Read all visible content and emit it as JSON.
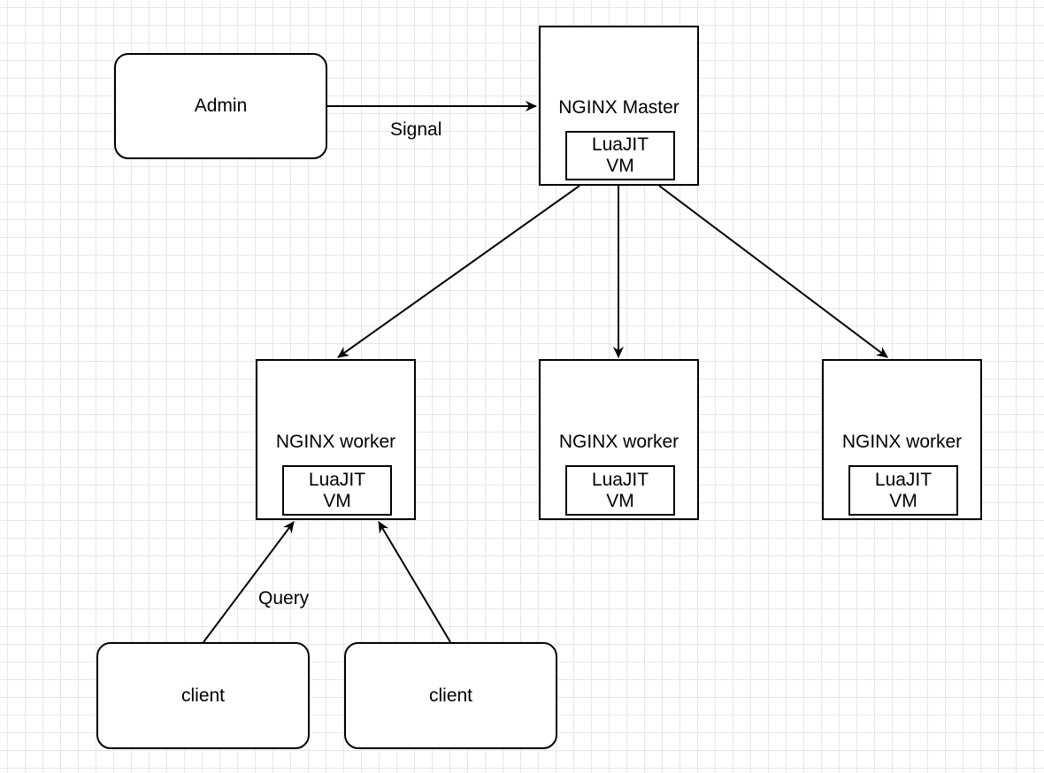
{
  "nodes": {
    "admin": {
      "label": "Admin"
    },
    "master": {
      "label": "NGINX Master",
      "vm_label": "LuaJIT\nVM"
    },
    "workers": [
      {
        "label": "NGINX worker",
        "vm_label": "LuaJIT\nVM"
      },
      {
        "label": "NGINX worker",
        "vm_label": "LuaJIT\nVM"
      },
      {
        "label": "NGINX worker",
        "vm_label": "LuaJIT\nVM"
      }
    ],
    "clients": [
      {
        "label": "client"
      },
      {
        "label": "client"
      }
    ]
  },
  "edges": {
    "signal_label": "Signal",
    "query_label": "Query"
  },
  "colors": {
    "stroke": "#000000",
    "background": "#ffffff",
    "grid": "#e6e6e6"
  }
}
